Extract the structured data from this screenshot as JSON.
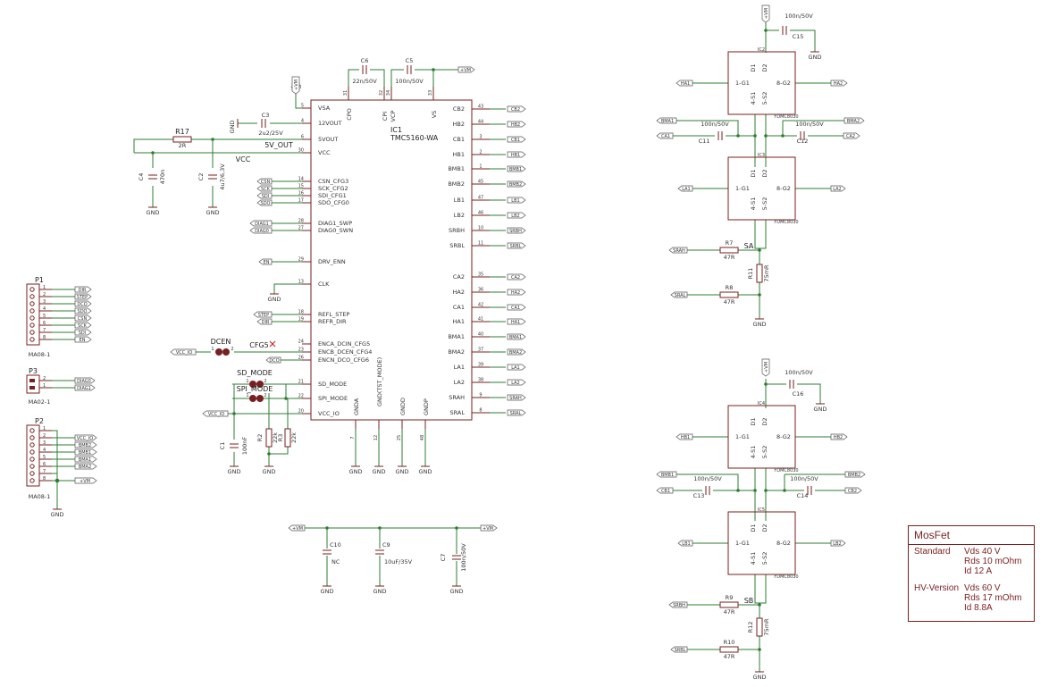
{
  "ic1": {
    "ref": "IC1",
    "part": "TMC5160-WA",
    "left_pins": [
      [
        "VSA",
        "5"
      ],
      [
        "12VOUT",
        "4"
      ],
      [
        "5VOUT",
        "6"
      ],
      [
        "VCC",
        "30"
      ],
      [
        "CSN_CFG3",
        "14"
      ],
      [
        "SCK_CFG2",
        "15"
      ],
      [
        "SDI_CFG1",
        "16"
      ],
      [
        "SDO_CFG0",
        "17"
      ],
      [
        "DIAG1_SWP",
        "28"
      ],
      [
        "DIAG0_SWN",
        "27"
      ],
      [
        "DRV_ENN",
        "29"
      ],
      [
        "CLK",
        "13"
      ],
      [
        "REFL_STEP",
        "18"
      ],
      [
        "REFR_DIR",
        "19"
      ],
      [
        "ENCA_DCIN_CFG5",
        "24"
      ],
      [
        "ENCB_DCEN_CFG4",
        "23"
      ],
      [
        "ENCN_DCO_CFG6",
        "26"
      ],
      [
        "SD_MODE",
        "21"
      ],
      [
        "SPI_MODE",
        "22"
      ],
      [
        "VCC_IO",
        "20"
      ]
    ],
    "right_pins": [
      [
        "CB2",
        "43"
      ],
      [
        "HB2",
        "44"
      ],
      [
        "CB1",
        "3"
      ],
      [
        "HB1",
        "2"
      ],
      [
        "BMB1",
        "1"
      ],
      [
        "BMB2",
        "45"
      ],
      [
        "LB1",
        "47"
      ],
      [
        "LB2",
        "46"
      ],
      [
        "SRBH",
        "10"
      ],
      [
        "SRBL",
        "11"
      ],
      [
        "CA2",
        "35"
      ],
      [
        "HA2",
        "36"
      ],
      [
        "CA1",
        "42"
      ],
      [
        "HA1",
        "41"
      ],
      [
        "BMA1",
        "40"
      ],
      [
        "BMA2",
        "37"
      ],
      [
        "LA1",
        "39"
      ],
      [
        "LA2",
        "38"
      ],
      [
        "SRAH",
        "9"
      ],
      [
        "SRAL",
        "8"
      ]
    ],
    "top_pins": [
      [
        "CPO",
        "31"
      ],
      [
        "CPI",
        "32"
      ],
      [
        "VCP",
        "34"
      ],
      [
        "VS",
        "33"
      ]
    ],
    "bottom_pins": [
      [
        "GNDA",
        "7"
      ],
      [
        "GND(TST_MODE)",
        "12"
      ],
      [
        "GNDD",
        "25"
      ],
      [
        "GNDP",
        "48"
      ]
    ]
  },
  "labels": {
    "gnd": "GND",
    "vm": "+VM",
    "vcc": "VCC",
    "fiveV": "5V_OUT",
    "cfg5": "CFG5",
    "dcen": "DCEN",
    "sdmode": "SD_MODE",
    "spimode": "SPI_MODE",
    "vccio": "VCC_IO",
    "sa": "SA",
    "sb": "SB"
  },
  "caps": {
    "c6": [
      "C6",
      "22n/50V"
    ],
    "c5": [
      "C5",
      "100n/50V"
    ],
    "c3": [
      "C3",
      "2u2/25V"
    ],
    "c4": [
      "C4",
      "470n"
    ],
    "c2": [
      "C2",
      "4u7/6,3V"
    ],
    "c1": [
      "C1",
      "100nF"
    ],
    "c10": [
      "C10",
      "NC"
    ],
    "c9": [
      "C9",
      "10uF/35V"
    ],
    "c7": [
      "C7",
      "100n/50V"
    ],
    "c15": [
      "C15",
      "100n/50V"
    ],
    "c11": [
      "C11",
      "100n/50V"
    ],
    "c12": [
      "C12",
      "100n/50V"
    ],
    "c16": [
      "C16",
      "100n/50V"
    ],
    "c13": [
      "C13",
      "100n/50V"
    ],
    "c14": [
      "C14",
      "100n/50V"
    ]
  },
  "res": {
    "r17": [
      "R17",
      "2R"
    ],
    "r2": [
      "R2",
      "22k"
    ],
    "r3": [
      "R3",
      "22k"
    ],
    "r7": [
      "R7",
      "47R"
    ],
    "r8": [
      "R8",
      "47R"
    ],
    "r11": [
      "R11",
      "75mR"
    ],
    "r9": [
      "R9",
      "47R"
    ],
    "r10": [
      "R10",
      "47R"
    ],
    "r12": [
      "R12",
      "75mR"
    ]
  },
  "p1": {
    "ref": "P1",
    "part": "MA08-1",
    "signals": [
      "DIR",
      "STEP",
      "DCO",
      "SDO",
      "CSN",
      "SCK",
      "SDI",
      "EN"
    ]
  },
  "p3": {
    "ref": "P3",
    "part": "MA02-1",
    "signals": [
      "DIAG0",
      "DIAG1"
    ]
  },
  "p2": {
    "ref": "P2",
    "part": "MA08-1",
    "signals": [
      "",
      "VCC_IO",
      "BMB2",
      "BMB1",
      "BMA1",
      "BMA2",
      "",
      "+VM"
    ]
  },
  "mosfets": {
    "part": "FDMC8030",
    "refs": [
      "IC2",
      "IC3",
      "IC4",
      "IC5"
    ],
    "pins": {
      "g1": "1-G1",
      "s1": "4-S1",
      "d1": "D1",
      "d2": "D2",
      "g2": "8-G2",
      "s2": "5-S2"
    }
  },
  "gate_labels": {
    "ic2": [
      "HA1",
      "HA2"
    ],
    "ic3": [
      "LA1",
      "LA2"
    ],
    "ic4": [
      "HB1",
      "HB2"
    ],
    "ic5": [
      "LB1",
      "LB2"
    ],
    "bma": [
      "BMA1",
      "CA1",
      "BMA2",
      "CA2"
    ],
    "bmb": [
      "BMB1",
      "CB1",
      "BMB2",
      "CB2"
    ],
    "sense_a": [
      "SRAH",
      "SRAL"
    ],
    "sense_b": [
      "SRBH",
      "SRBL"
    ]
  },
  "mosfet_table": {
    "title": "MosFet",
    "rows": [
      {
        "name": "Standard",
        "values": "Vds 40 V\nRds 10 mOhm\nId  12 A"
      },
      {
        "name": "HV-Version",
        "values": "Vds 60 V\nRds 17 mOhm\nId  8.8A"
      }
    ]
  }
}
